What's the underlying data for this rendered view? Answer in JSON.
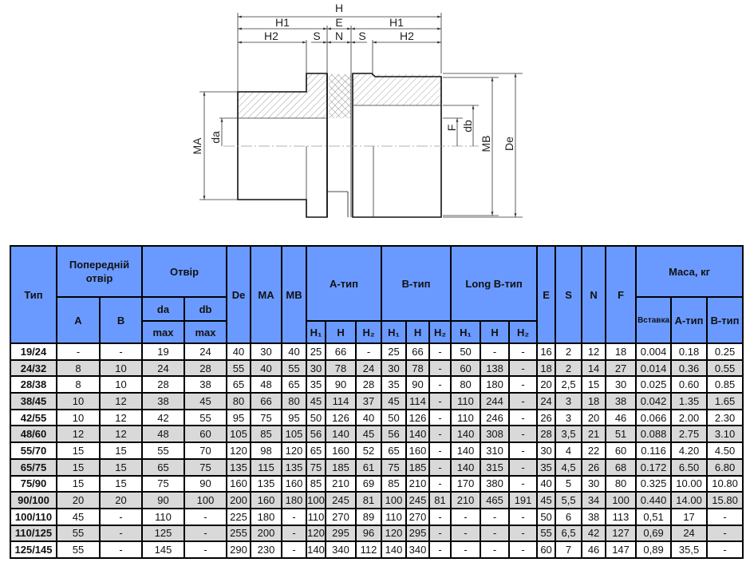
{
  "drawing": {
    "labels": {
      "H": "H",
      "H1_left": "H1",
      "E": "E",
      "H1_right": "H1",
      "H2_left": "H2",
      "S_left": "S",
      "N": "N",
      "S_right": "S",
      "H2_right": "H2",
      "MA": "MA",
      "da": "da",
      "F": "F",
      "db": "db",
      "MB": "MB",
      "De": "De"
    }
  },
  "table": {
    "header": {
      "type": "Тип",
      "pre_bore": "Попередній отвір",
      "bore": "Отвір",
      "De": "De",
      "MA": "MA",
      "MB": "MB",
      "a_type": "А-тип",
      "b_type": "В-тип",
      "long_b_type": "Long В-тип",
      "E": "E",
      "S": "S",
      "N": "N",
      "F": "F",
      "mass": "Маса, кг",
      "A": "A",
      "B": "B",
      "da": "da",
      "db": "db",
      "insert": "Вставка",
      "mass_a": "А-тип",
      "mass_b": "В-тип",
      "max_da": "max",
      "max_db": "max",
      "a_h1": "H₁",
      "a_h": "H",
      "a_h2": "H₂",
      "b_h1": "H₁",
      "b_h": "H",
      "b_h2": "H₂",
      "l_h1": "H₁",
      "l_h": "H",
      "l_h2": "H₂"
    },
    "rows": [
      [
        "19/24",
        "-",
        "-",
        "19",
        "24",
        "40",
        "30",
        "40",
        "25",
        "66",
        "-",
        "25",
        "66",
        "-",
        "50",
        "-",
        "-",
        "16",
        "2",
        "12",
        "18",
        "0.004",
        "0.18",
        "0.25"
      ],
      [
        "24/32",
        "8",
        "10",
        "24",
        "28",
        "55",
        "40",
        "55",
        "30",
        "78",
        "24",
        "30",
        "78",
        "-",
        "60",
        "138",
        "-",
        "18",
        "2",
        "14",
        "27",
        "0.014",
        "0.36",
        "0.55"
      ],
      [
        "28/38",
        "8",
        "10",
        "28",
        "38",
        "65",
        "48",
        "65",
        "35",
        "90",
        "28",
        "35",
        "90",
        "-",
        "80",
        "180",
        "-",
        "20",
        "2,5",
        "15",
        "30",
        "0.025",
        "0.60",
        "0.85"
      ],
      [
        "38/45",
        "10",
        "12",
        "38",
        "45",
        "80",
        "66",
        "80",
        "45",
        "114",
        "37",
        "45",
        "114",
        "-",
        "110",
        "244",
        "-",
        "24",
        "3",
        "18",
        "38",
        "0.042",
        "1.35",
        "1.65"
      ],
      [
        "42/55",
        "10",
        "12",
        "42",
        "55",
        "95",
        "75",
        "95",
        "50",
        "126",
        "40",
        "50",
        "126",
        "-",
        "110",
        "246",
        "-",
        "26",
        "3",
        "20",
        "46",
        "0.066",
        "2.00",
        "2.30"
      ],
      [
        "48/60",
        "12",
        "12",
        "48",
        "60",
        "105",
        "85",
        "105",
        "56",
        "140",
        "45",
        "56",
        "140",
        "-",
        "140",
        "308",
        "-",
        "28",
        "3,5",
        "21",
        "51",
        "0.088",
        "2.75",
        "3.10"
      ],
      [
        "55/70",
        "15",
        "15",
        "55",
        "70",
        "120",
        "98",
        "120",
        "65",
        "160",
        "52",
        "65",
        "160",
        "-",
        "140",
        "310",
        "-",
        "30",
        "4",
        "22",
        "60",
        "0.116",
        "4.20",
        "4.50"
      ],
      [
        "65/75",
        "15",
        "15",
        "65",
        "75",
        "135",
        "115",
        "135",
        "75",
        "185",
        "61",
        "75",
        "185",
        "-",
        "140",
        "315",
        "-",
        "35",
        "4,5",
        "26",
        "68",
        "0.172",
        "6.50",
        "6.80"
      ],
      [
        "75/90",
        "15",
        "15",
        "75",
        "90",
        "160",
        "135",
        "160",
        "85",
        "210",
        "69",
        "85",
        "210",
        "-",
        "170",
        "380",
        "-",
        "40",
        "5",
        "30",
        "80",
        "0.325",
        "10.00",
        "10.80"
      ],
      [
        "90/100",
        "20",
        "20",
        "90",
        "100",
        "200",
        "160",
        "180",
        "100",
        "245",
        "81",
        "100",
        "245",
        "81",
        "210",
        "465",
        "191",
        "45",
        "5,5",
        "34",
        "100",
        "0.440",
        "14.00",
        "15.80"
      ],
      [
        "100/110",
        "45",
        "-",
        "110",
        "-",
        "225",
        "180",
        "-",
        "110",
        "270",
        "89",
        "110",
        "270",
        "-",
        "-",
        "-",
        "-",
        "50",
        "6",
        "38",
        "113",
        "0,51",
        "17",
        "-"
      ],
      [
        "110/125",
        "55",
        "-",
        "125",
        "-",
        "255",
        "200",
        "-",
        "120",
        "295",
        "96",
        "120",
        "295",
        "-",
        "-",
        "-",
        "-",
        "55",
        "6,5",
        "42",
        "127",
        "0,69",
        "24",
        "-"
      ],
      [
        "125/145",
        "55",
        "-",
        "145",
        "-",
        "290",
        "230",
        "-",
        "140",
        "340",
        "112",
        "140",
        "340",
        "-",
        "-",
        "-",
        "-",
        "60",
        "7",
        "46",
        "147",
        "0,89",
        "35,5",
        "-"
      ]
    ]
  }
}
